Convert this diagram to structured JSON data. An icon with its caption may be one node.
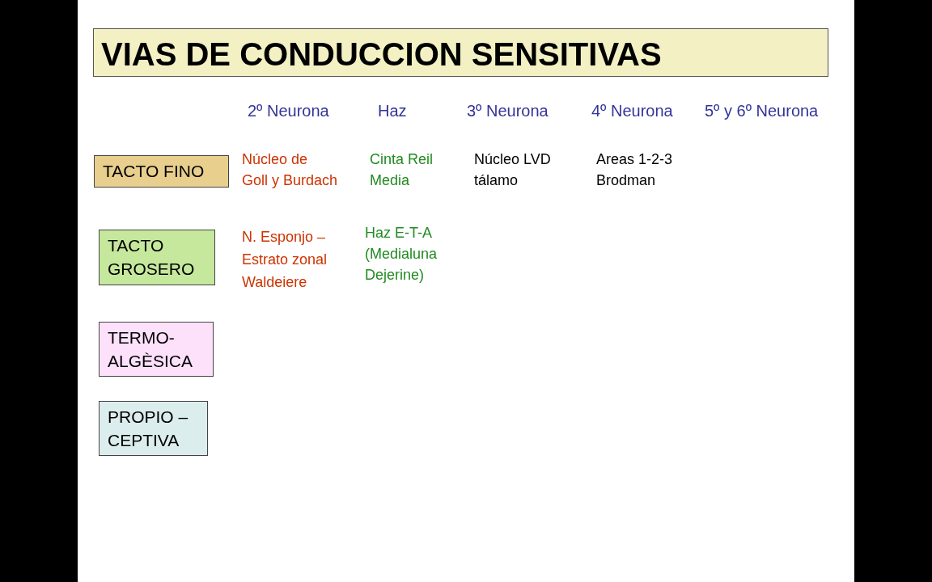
{
  "diagram": {
    "title": "VIAS DE CONDUCCION SENSITIVAS",
    "nodes": [
      {
        "text": [
          "TACTO FINO"
        ]
      },
      {
        "text": [
          "TACTO GROSERO"
        ]
      },
      {
        "text": [
          "TERMO- ALGÈSICA"
        ]
      },
      {
        "text": [
          "PROPIO – CEPTIVA"
        ]
      }
    ],
    "labels": [
      "2º Neurona",
      "Haz",
      "3º Neurona",
      "4º Neurona",
      "5º y 6º Neurona",
      "Núcleo de Goll y Burdach",
      "Cinta Reil Media",
      "Núcleo LVD tálamo",
      "Areas 1-2-3 Brodman",
      "N. Esponjo – Estrato zonal Waldeiere",
      "Haz E-T-A (Medialuna Dejerine)"
    ]
  }
}
